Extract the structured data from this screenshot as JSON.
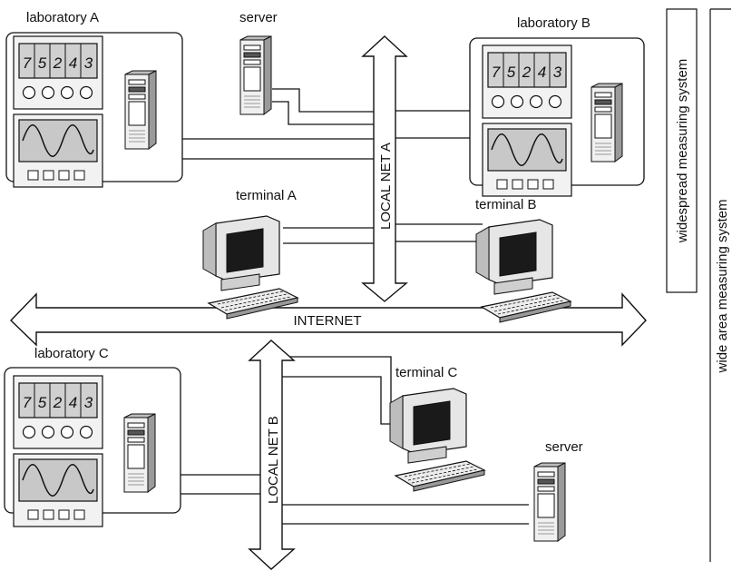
{
  "labels": {
    "lab_a": "laboratory A",
    "lab_b": "laboratory B",
    "lab_c": "laboratory C",
    "server_top": "server",
    "server_bottom": "server",
    "terminal_a": "terminal A",
    "terminal_b": "terminal B",
    "terminal_c": "terminal C",
    "local_net_a": "LOCAL NET A",
    "local_net_b": "LOCAL NET B",
    "internet": "INTERNET",
    "widespread": "widespread measuring system",
    "wide_area": "wide area measuring system"
  },
  "display_digits": [
    "7",
    "5",
    "2",
    "4",
    "3"
  ]
}
